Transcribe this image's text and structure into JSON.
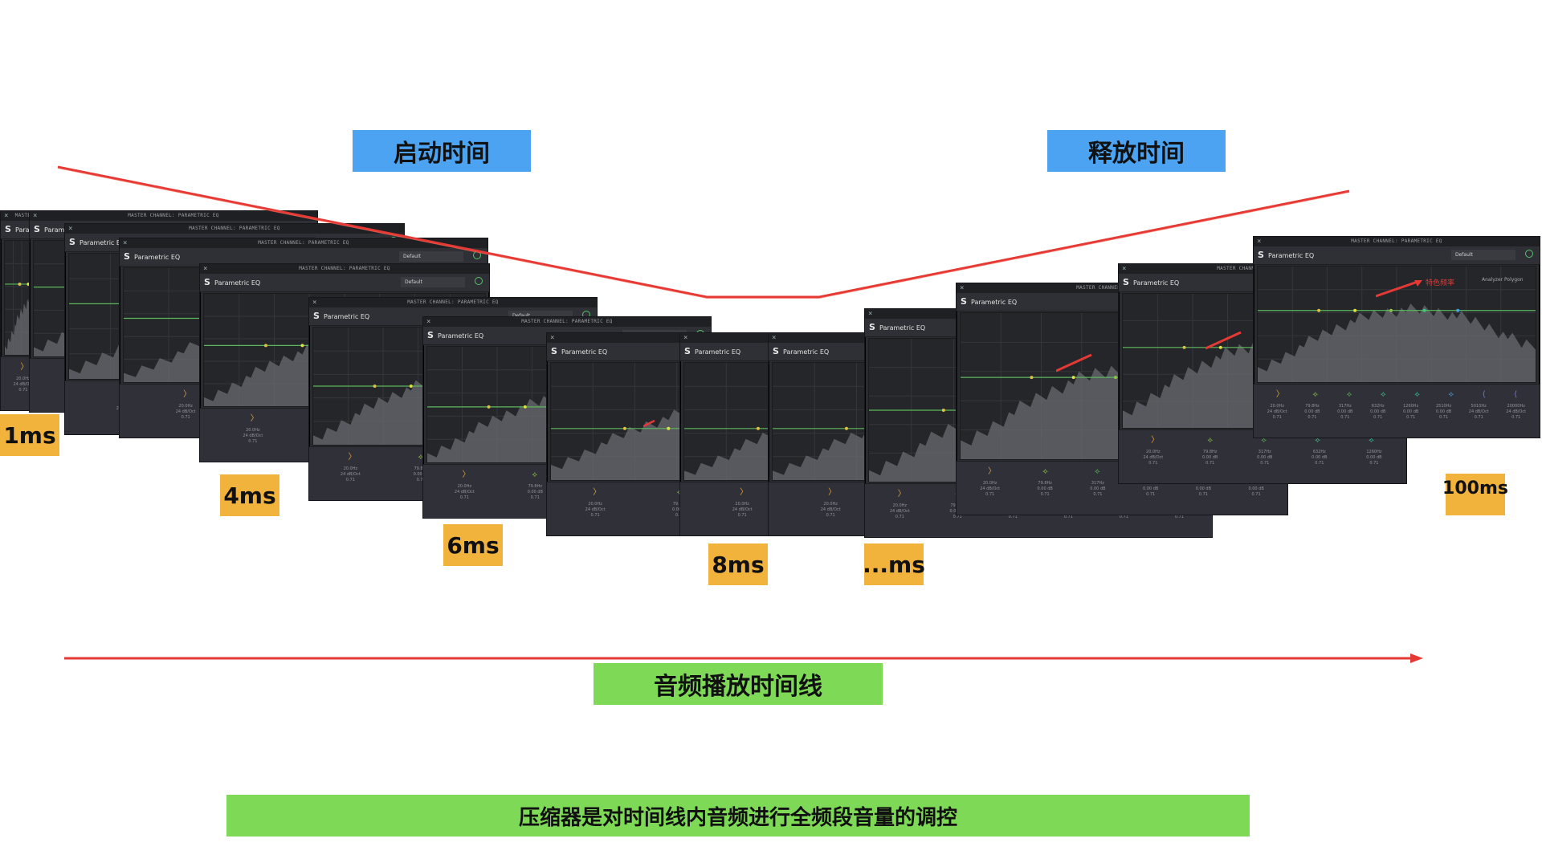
{
  "labels": {
    "attack": "启动时间",
    "release": "释放时间",
    "timeline": "音频播放时间线",
    "summary": "压缩器是对时间线内音频进行全频段音量的调控"
  },
  "time_labels": [
    "1ms",
    "4ms",
    "6ms",
    "8ms",
    "...ms",
    "100ms"
  ],
  "panel_title": "Parametric EQ",
  "panel_title_truncated": "Parame",
  "channel_title": "MASTER CHANNEL: PARAMETRIC EQ",
  "channel_title_truncated": "MASTER CHA",
  "preset": "Default",
  "analyzer": "Analyzer",
  "polygon": "Polygon",
  "annotation": "特色频率",
  "band_values": [
    "20.0Hz\n24 dB/Oct\n0.71",
    "79.8Hz\n0.00 dB\n0.71",
    "317Hz\n0.00 dB\n0.71",
    "632Hz\n0.00 dB\n0.71",
    "1260Hz\n0.00 dB\n0.71",
    "2510Hz\n0.00 dB\n0.71",
    "5010Hz\n24 dB/Oct\n0.71",
    "20000Hz\n24 dB/Oct\n0.71"
  ],
  "colors": {
    "curve": "#e53935",
    "blue_label": "#4ba3f2",
    "green_label": "#7ed957",
    "orange_label": "#f2b33d",
    "eq_line": "#5cb85c"
  }
}
